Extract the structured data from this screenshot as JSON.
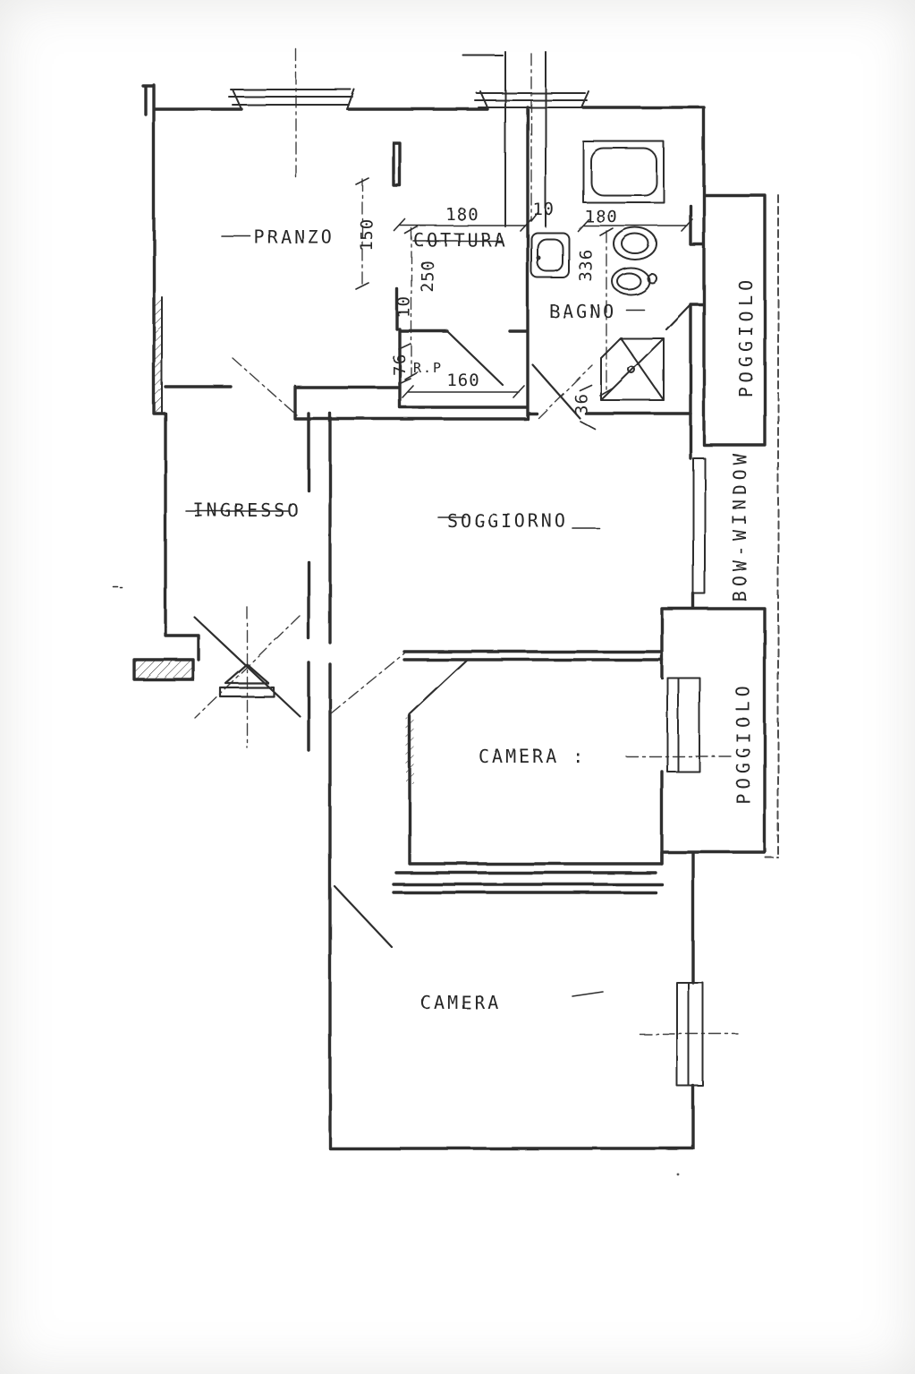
{
  "sheet": {
    "type": "floor-plan-scan",
    "paper_color": "#ffffff",
    "ink_color": "#2e2e2e"
  },
  "rooms": {
    "pranzo": {
      "label": "PRANZO"
    },
    "cottura": {
      "label": "COTTURA"
    },
    "bagno": {
      "label": "BAGNO"
    },
    "ingresso": {
      "label": "INGRESSO"
    },
    "soggiorno": {
      "label": "SOGGIORNO"
    },
    "ripostiglio": {
      "label": "R.P"
    },
    "camera_media": {
      "label": "CAMERA :"
    },
    "camera_grande": {
      "label": "CAMERA"
    },
    "poggiolo_nord": {
      "label": "POGGIOLO"
    },
    "bow_window": {
      "label": "BOW-WINDOW"
    },
    "poggiolo_est": {
      "label": "POGGIOLO"
    }
  },
  "dimensions": {
    "pranzo_lato": "150",
    "cottura_larghezza": "180",
    "spessore_muro_top": "10",
    "bagno_larghezza": "180",
    "cottura_profondita": "250",
    "muro_ripostiglio": "10",
    "bagno_profondita": "336",
    "ripostiglio_altezza": "76",
    "ripostiglio_larghezza": "160",
    "doccia_distanza": "36"
  },
  "fixtures": [
    "bathtub",
    "washbasin",
    "toilet",
    "bidet",
    "shower-box"
  ]
}
